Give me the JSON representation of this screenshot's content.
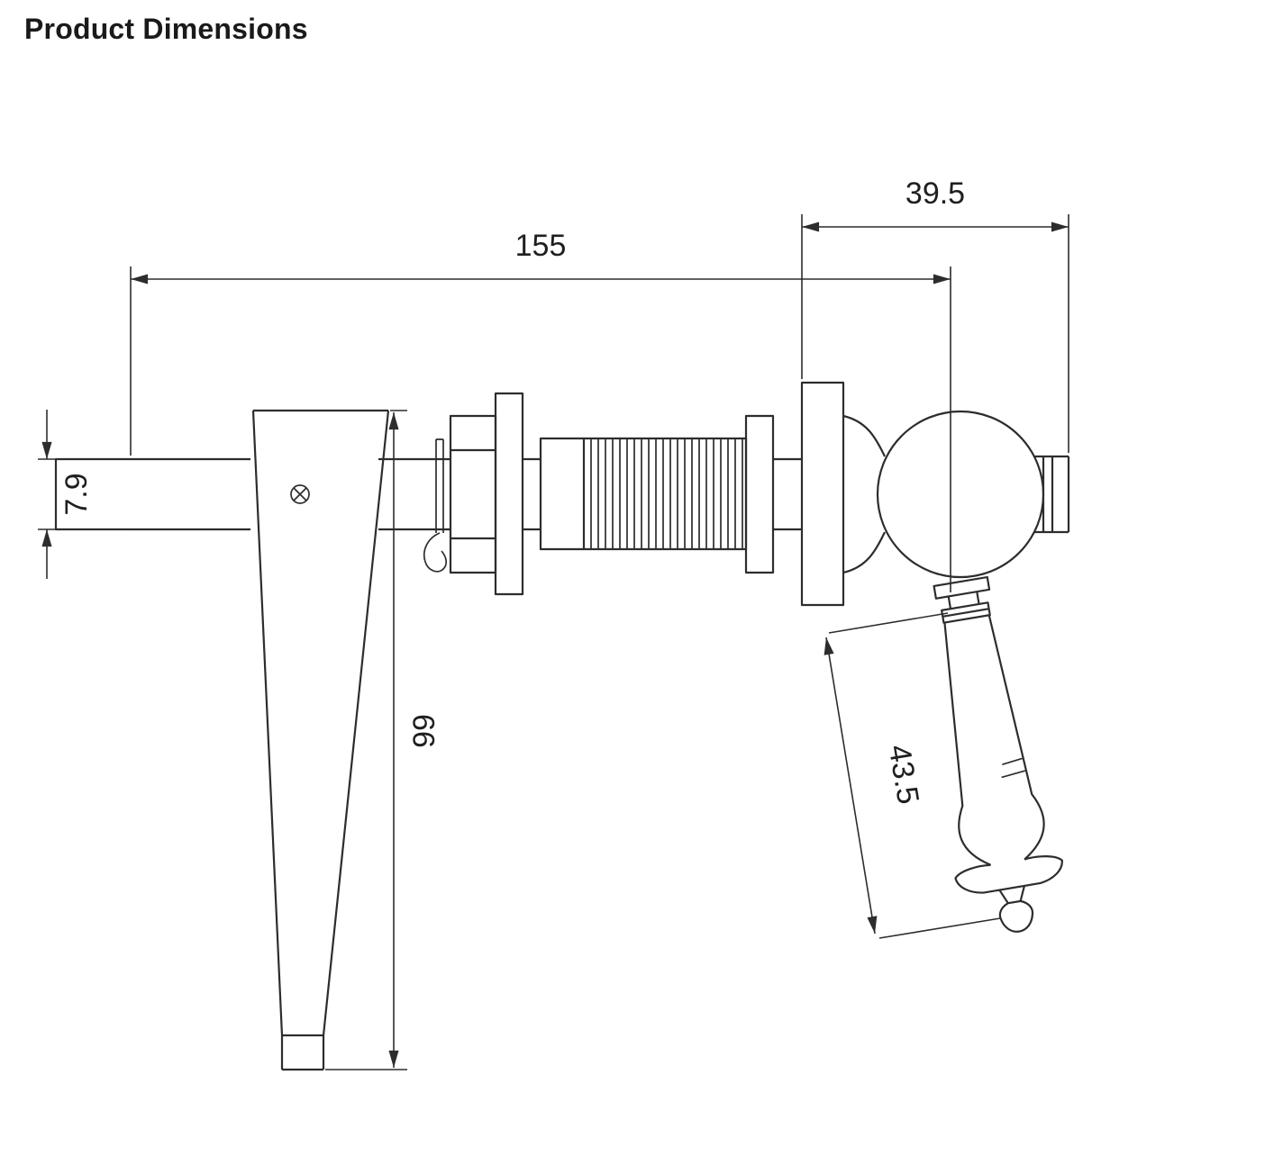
{
  "header": {
    "title": "Product Dimensions"
  },
  "drawing": {
    "subject": "toilet-cistern-flush-lever-technical-drawing",
    "colors": {
      "ink": "#2d2d2d",
      "background": "#ffffff"
    },
    "dimensions": {
      "overall_length": "155",
      "flange_to_tip": "39.5",
      "spindle_size": "7.9",
      "arm_length": "99",
      "handle_length": "43.5"
    }
  }
}
